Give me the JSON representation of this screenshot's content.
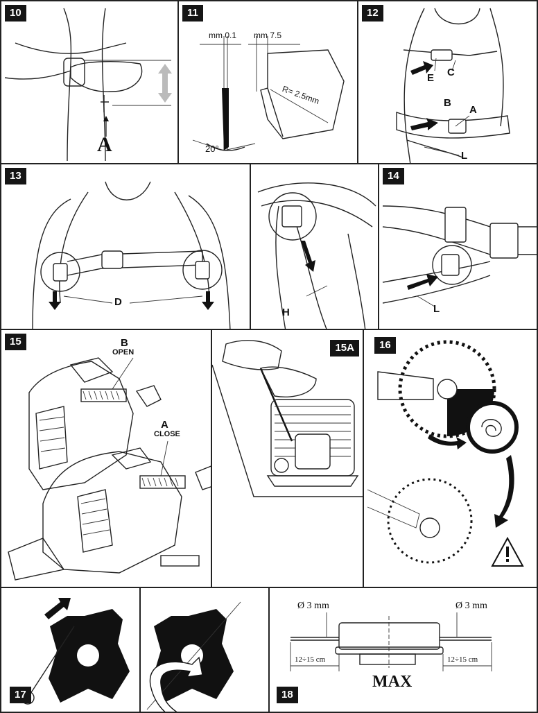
{
  "panels": {
    "p10": {
      "num": "10",
      "label_a": "A"
    },
    "p11": {
      "num": "11",
      "dim1": "mm 0.1",
      "dim2": "mm 7.5",
      "radius": "R= 2.5mm",
      "angle": "20°"
    },
    "p12": {
      "num": "12",
      "labels": [
        "E",
        "C",
        "B",
        "A",
        "L"
      ]
    },
    "p13": {
      "num": "13",
      "label_d": "D"
    },
    "p13b": {
      "label_h": "H"
    },
    "p14": {
      "num": "14",
      "label_l": "L"
    },
    "p15": {
      "num": "15",
      "b": "B",
      "open": "OPEN",
      "a": "A",
      "close": "CLOSE"
    },
    "p15a": {
      "num": "15A"
    },
    "p16": {
      "num": "16"
    },
    "p17": {
      "num": "17"
    },
    "p18": {
      "num": "18",
      "dia_left": "Ø 3 mm",
      "dia_right": "Ø 3 mm",
      "len_left": "12÷15 cm",
      "len_right": "12÷15 cm",
      "max": "MAX"
    }
  },
  "colors": {
    "ink": "#111111",
    "panel_border": "#222222",
    "badge_bg": "#151515",
    "badge_text": "#ffffff",
    "arrow_grey": "#bbbbbb"
  },
  "icons": [
    "double-arrow-icon",
    "warning-icon",
    "arrow-icon"
  ]
}
